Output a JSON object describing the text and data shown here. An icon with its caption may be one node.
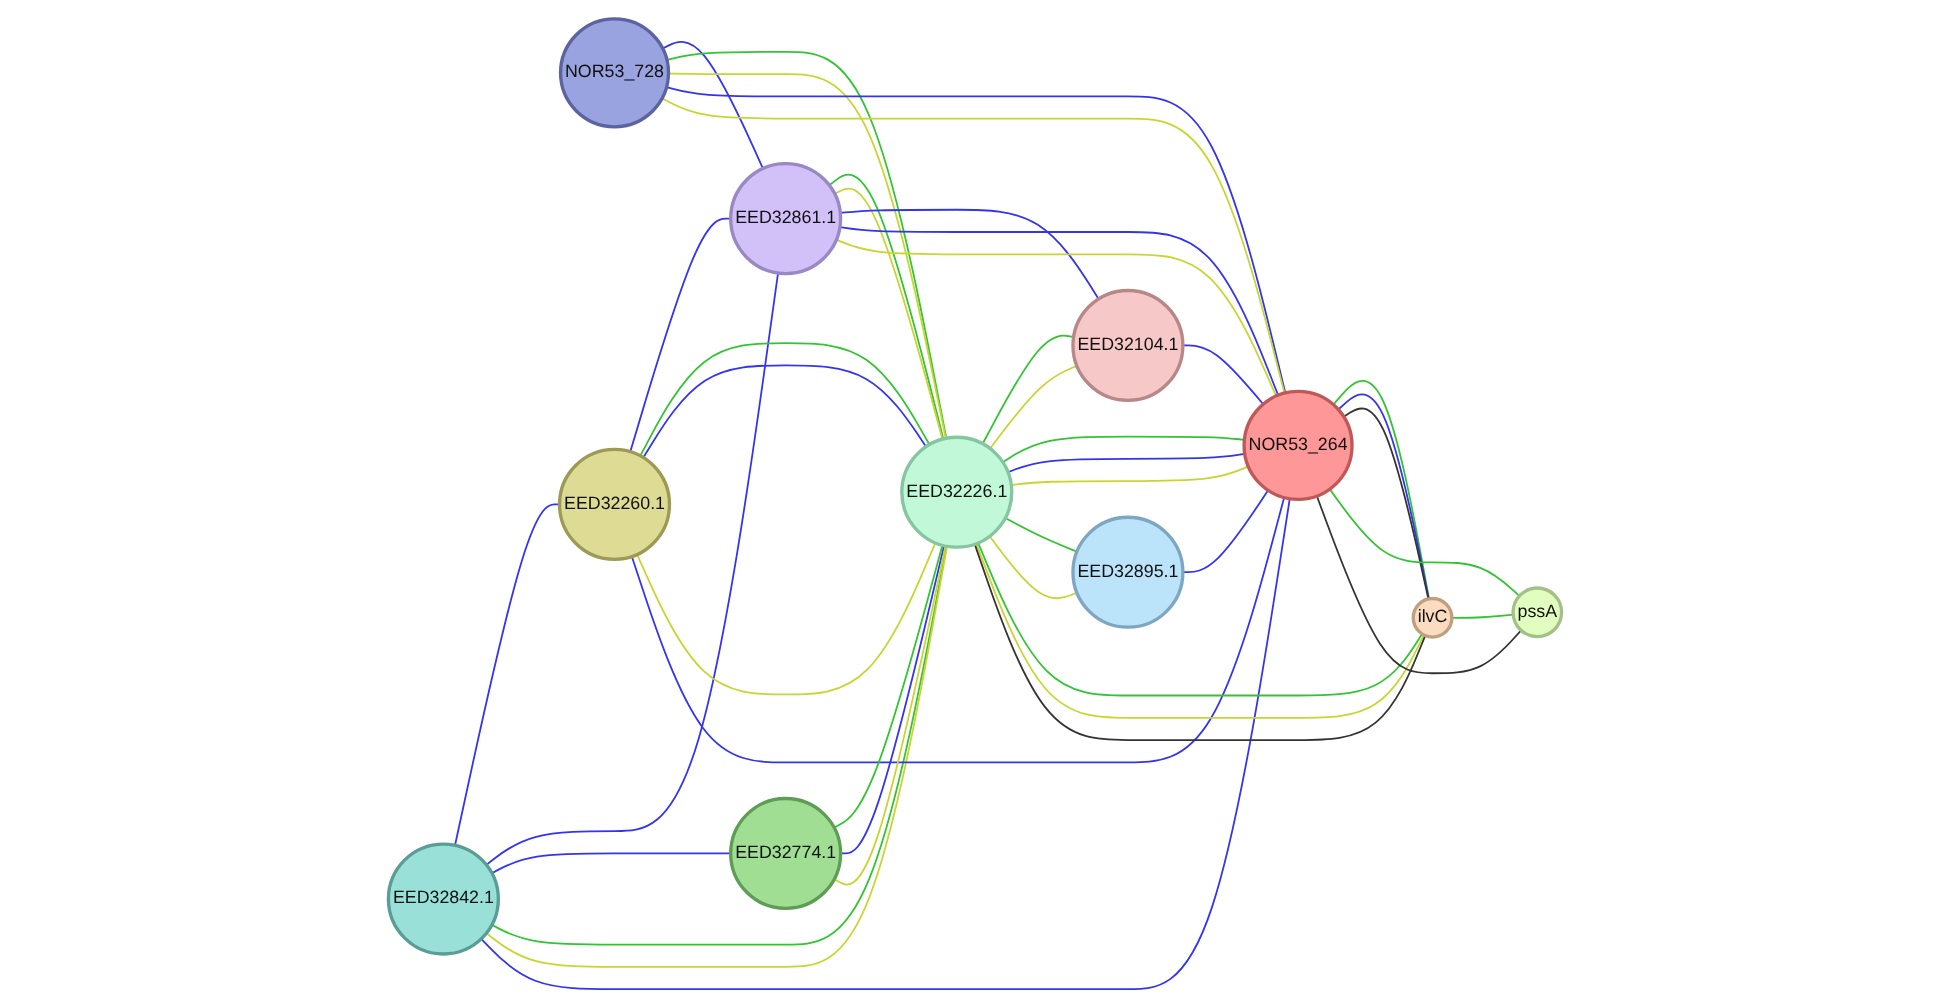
{
  "diagram": {
    "nodes": [
      {
        "text": [
          "EED32842.1"
        ]
      },
      {
        "text": [
          "NOR53_728"
        ]
      },
      {
        "text": [
          "EED32260.1"
        ]
      },
      {
        "text": [
          "EED32861.1"
        ]
      },
      {
        "text": [
          "EED32774.1"
        ]
      },
      {
        "text": [
          "EED32226.1"
        ]
      },
      {
        "text": [
          "EED32104.1"
        ]
      },
      {
        "text": [
          "NOR53_264"
        ]
      },
      {
        "text": [
          "EED32895.1"
        ]
      },
      {
        "text": [
          "ilvC"
        ]
      },
      {
        "text": [
          "pssA"
        ]
      }
    ],
    "edges": [
      {
        "from": 0,
        "to": 2,
        "arrow": "none"
      },
      {
        "from": 0,
        "to": 3,
        "arrow": "none"
      },
      {
        "from": 0,
        "to": 4,
        "arrow": "none"
      },
      {
        "from": 0,
        "to": 5,
        "arrow": "none",
        "color": "#33c433"
      },
      {
        "from": 0,
        "to": 5,
        "arrow": "none",
        "color": "#c8d530"
      },
      {
        "from": 0,
        "to": 7,
        "arrow": "none"
      },
      {
        "from": 1,
        "to": 3,
        "arrow": "none"
      },
      {
        "from": 1,
        "to": 5,
        "arrow": "none",
        "color": "#33c433"
      },
      {
        "from": 1,
        "to": 5,
        "arrow": "none",
        "color": "#c8d530"
      },
      {
        "from": 1,
        "to": 7,
        "arrow": "none"
      },
      {
        "from": 1,
        "to": 7,
        "arrow": "none",
        "color": "#c8d530"
      },
      {
        "from": 2,
        "to": 3,
        "arrow": "none"
      },
      {
        "from": 2,
        "to": 5,
        "arrow": "none",
        "color": "#33c433"
      },
      {
        "from": 2,
        "to": 5,
        "arrow": "none"
      },
      {
        "from": 2,
        "to": 5,
        "arrow": "none",
        "color": "#c8d530"
      },
      {
        "from": 2,
        "to": 7,
        "arrow": "none"
      },
      {
        "from": 3,
        "to": 5,
        "arrow": "none",
        "color": "#33c433"
      },
      {
        "from": 3,
        "to": 5,
        "arrow": "none",
        "color": "#c8d530"
      },
      {
        "from": 3,
        "to": 6,
        "arrow": "none"
      },
      {
        "from": 3,
        "to": 7,
        "arrow": "none"
      },
      {
        "from": 3,
        "to": 7,
        "arrow": "none",
        "color": "#c8d530"
      },
      {
        "from": 4,
        "to": 5,
        "arrow": "none",
        "color": "#33c433"
      },
      {
        "from": 4,
        "to": 5,
        "arrow": "none"
      },
      {
        "from": 4,
        "to": 5,
        "arrow": "none",
        "color": "#c8d530"
      },
      {
        "from": 5,
        "to": 6,
        "arrow": "none",
        "color": "#33c433"
      },
      {
        "from": 5,
        "to": 6,
        "arrow": "none",
        "color": "#c8d530"
      },
      {
        "from": 5,
        "to": 7,
        "arrow": "none",
        "color": "#33c433"
      },
      {
        "from": 5,
        "to": 7,
        "arrow": "none"
      },
      {
        "from": 5,
        "to": 7,
        "arrow": "none",
        "color": "#c8d530"
      },
      {
        "from": 5,
        "to": 8,
        "arrow": "none",
        "color": "#33c433"
      },
      {
        "from": 5,
        "to": 8,
        "arrow": "none",
        "color": "#c8d530"
      },
      {
        "from": 5,
        "to": 9,
        "arrow": "none",
        "color": "#33c433"
      },
      {
        "from": 5,
        "to": 9,
        "arrow": "none",
        "color": "#c8d530"
      },
      {
        "from": 5,
        "to": 9,
        "arrow": "none",
        "color": "#333333"
      },
      {
        "from": 6,
        "to": 7,
        "arrow": "none"
      },
      {
        "from": 8,
        "to": 7,
        "arrow": "none"
      },
      {
        "from": 7,
        "to": 9,
        "arrow": "none",
        "color": "#33c433"
      },
      {
        "from": 7,
        "to": 9,
        "arrow": "none"
      },
      {
        "from": 7,
        "to": 9,
        "arrow": "none",
        "color": "#333333"
      },
      {
        "from": 7,
        "to": 10,
        "arrow": "none",
        "color": "#33c433"
      },
      {
        "from": 7,
        "to": 10,
        "arrow": "none",
        "color": "#333333"
      },
      {
        "from": 9,
        "to": 10,
        "arrow": "none",
        "color": "#33c433"
      }
    ]
  }
}
